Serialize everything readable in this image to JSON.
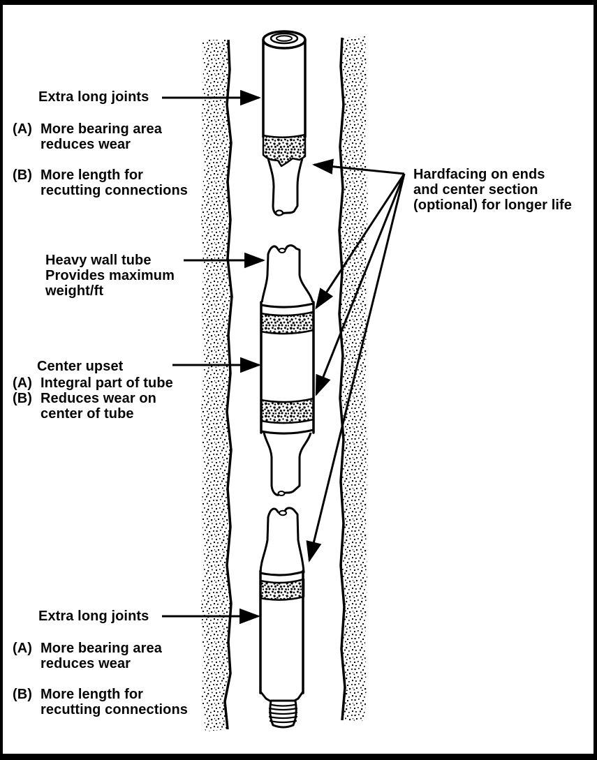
{
  "diagram": {
    "top_left": {
      "title": "Extra long joints",
      "a_prefix": "(A)",
      "a_text": "More bearing area\nreduces wear",
      "b_prefix": "(B)",
      "b_text": "More length for\nrecutting connections"
    },
    "heavy_wall": {
      "text": "Heavy wall tube\nProvides maximum\nweight/ft"
    },
    "center_upset": {
      "title": "Center upset",
      "a_prefix": "(A)",
      "a_text": "Integral part of tube",
      "b_prefix": "(B)",
      "b_text": "Reduces wear on\ncenter of tube"
    },
    "bottom_left": {
      "title": "Extra long joints",
      "a_prefix": "(A)",
      "a_text": "More bearing area\nreduces wear",
      "b_prefix": "(B)",
      "b_text": "More length for\nrecutting connections"
    },
    "hardfacing": {
      "text": "Hardfacing on ends\nand center section\n(optional) for longer life"
    }
  },
  "colors": {
    "ink": "#000000",
    "paper": "#ffffff"
  }
}
